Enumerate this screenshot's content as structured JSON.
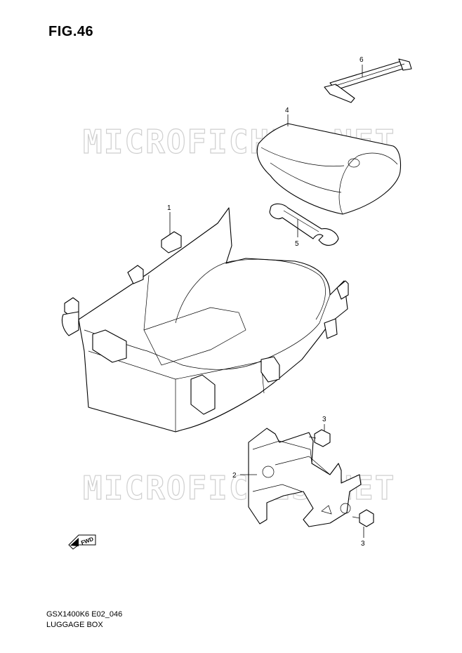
{
  "figure": {
    "title": "FIG.46"
  },
  "watermark": {
    "text": "MICROFICHES.NET"
  },
  "callouts": [
    {
      "id": "1",
      "label": "1",
      "part": "luggage-box"
    },
    {
      "id": "2",
      "label": "2",
      "part": "bracket"
    },
    {
      "id": "3a",
      "label": "3",
      "part": "bolt"
    },
    {
      "id": "3b",
      "label": "3",
      "part": "bolt"
    },
    {
      "id": "4",
      "label": "4",
      "part": "tool-bag"
    },
    {
      "id": "5",
      "label": "5",
      "part": "wrench"
    },
    {
      "id": "6",
      "label": "6",
      "part": "strap"
    }
  ],
  "fwd_arrow": {
    "label": "FWD"
  },
  "footer": {
    "model_code": "GSX1400K6 E02_046",
    "section_name": "LUGGAGE BOX"
  }
}
